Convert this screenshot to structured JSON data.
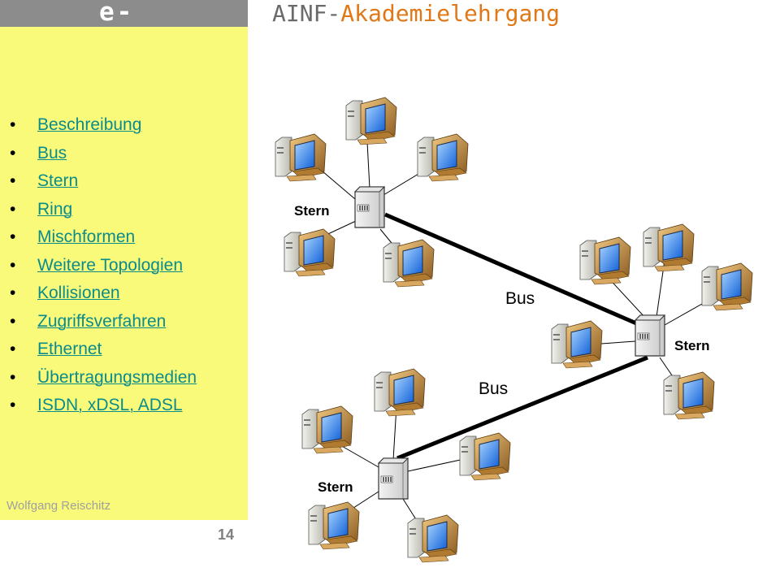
{
  "header": {
    "brand": "e-teaching",
    "title_prefix": "AINF-",
    "title_suffix": "Akademielehrgang",
    "brand_color": "#e07818"
  },
  "nav": {
    "items": [
      {
        "label": "Beschreibung"
      },
      {
        "label": "Bus"
      },
      {
        "label": "Stern"
      },
      {
        "label": "Ring"
      },
      {
        "label": "Mischformen"
      },
      {
        "label": "Weitere Topologien"
      },
      {
        "label": "Kollisionen"
      },
      {
        "label": "Zugriffsverfahren"
      },
      {
        "label": "Ethernet"
      },
      {
        "label": "Übertragungsmedien"
      },
      {
        "label": "ISDN, xDSL, ADSL"
      }
    ],
    "link_color": "#0a8c8c",
    "sidebar_color": "#fafa7a"
  },
  "footer": {
    "author": "Wolfgang Reischitz",
    "slide_number": "14"
  },
  "diagram": {
    "stars": [
      {
        "label": "Stern"
      },
      {
        "label": "Stern"
      },
      {
        "label": "Stern"
      }
    ],
    "bus_labels": [
      "Bus",
      "Bus"
    ],
    "hub_glyph": "▮▮▮▮",
    "icon_names": [
      "computer-icon",
      "hub-icon"
    ]
  }
}
